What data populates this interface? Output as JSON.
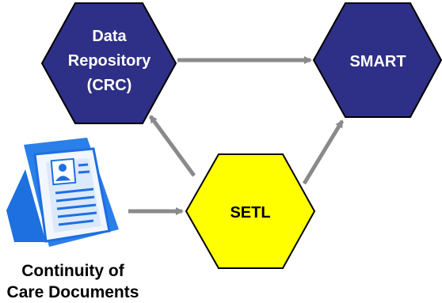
{
  "nodes": {
    "repository": {
      "lines": [
        "Data",
        "Repository",
        "(CRC)"
      ],
      "fill": "#2e2f86",
      "text_color": "#ffffff"
    },
    "smart": {
      "lines": [
        "SMART"
      ],
      "fill": "#2e2f86",
      "text_color": "#ffffff"
    },
    "setl": {
      "lines": [
        "SETL"
      ],
      "fill": "#ffff00",
      "text_color": "#000000"
    }
  },
  "documents": {
    "icon": "documents-icon",
    "lines": [
      "Continuity of",
      "Care Documents"
    ],
    "icon_color": "#1e6fe0",
    "text_color": "#000000"
  },
  "edges": [
    {
      "from": "repository",
      "to": "smart"
    },
    {
      "from": "setl",
      "to": "repository"
    },
    {
      "from": "setl",
      "to": "smart"
    },
    {
      "from": "documents",
      "to": "setl"
    }
  ],
  "colors": {
    "outline": "#000000",
    "arrow": "#8a8a8a"
  }
}
